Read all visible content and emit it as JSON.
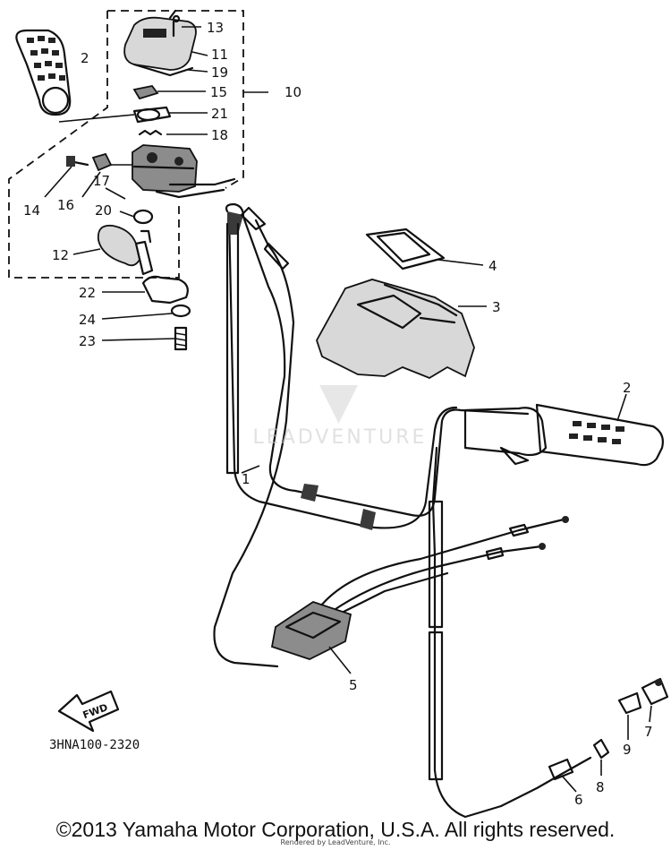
{
  "diagram": {
    "code": "3HNA100-2320",
    "fwd_label": "FWD",
    "callouts": [
      "13",
      "11",
      "19",
      "15",
      "10",
      "21",
      "18",
      "2",
      "14",
      "16",
      "17",
      "20",
      "12",
      "22",
      "24",
      "23",
      "4",
      "3",
      "2",
      "1",
      "5",
      "6",
      "8",
      "9",
      "7"
    ]
  },
  "watermark": {
    "text": "LEADVENTURE"
  },
  "footer": {
    "copyright": "©2013 Yamaha Motor Corporation, U.S.A. All rights reserved.",
    "rendered_by": "Rendered by LeadVenture, Inc."
  }
}
